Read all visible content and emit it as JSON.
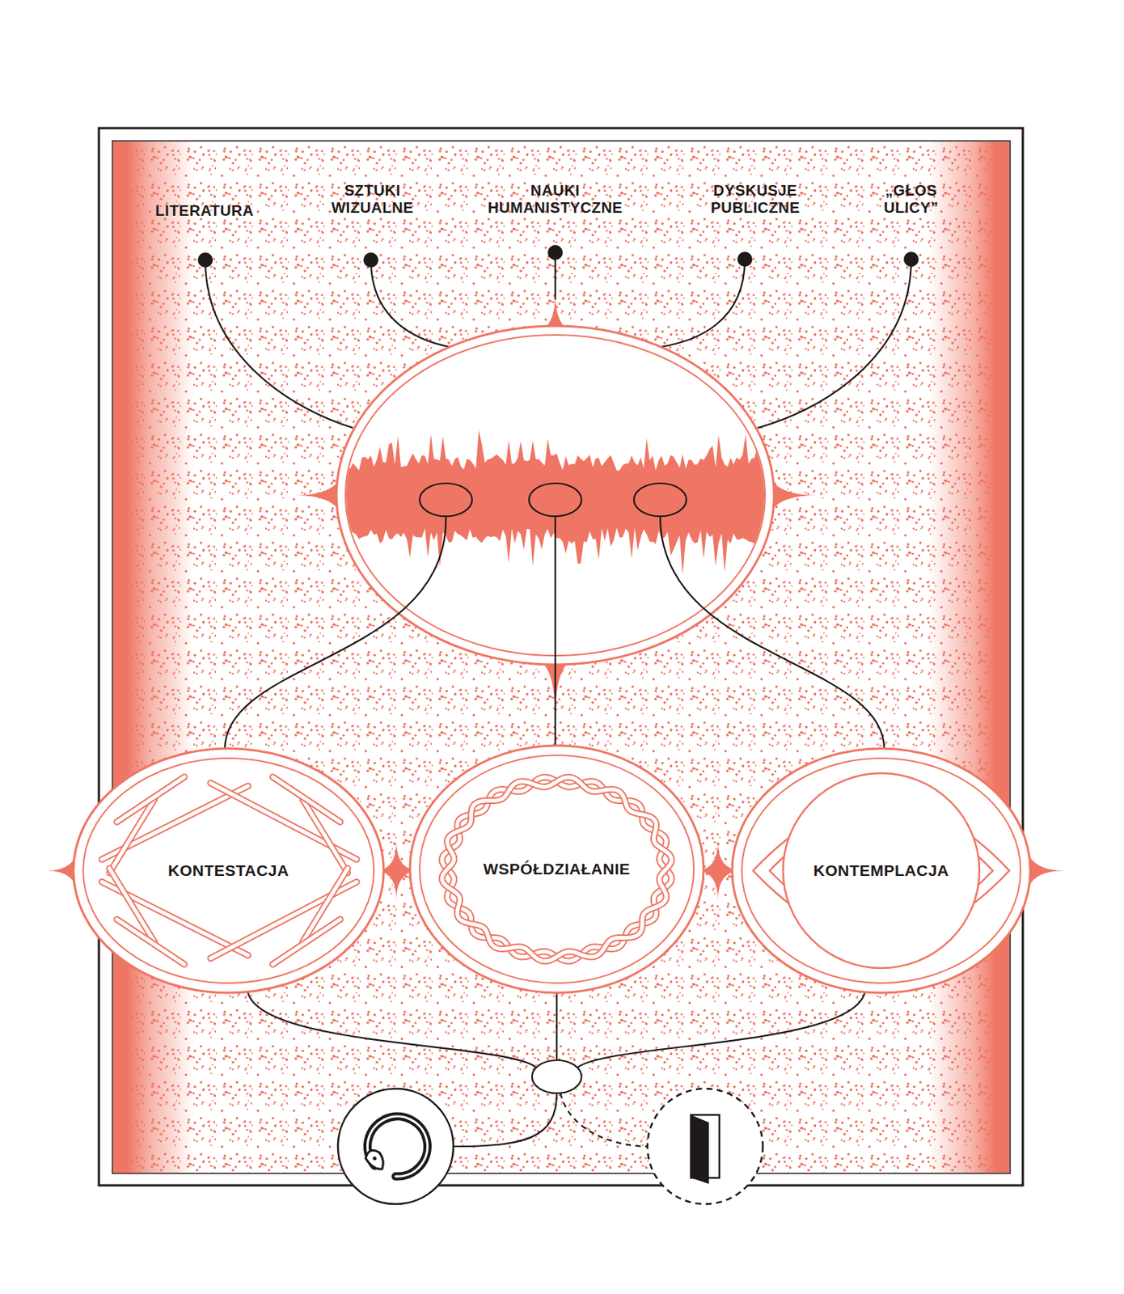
{
  "diagram": {
    "nodes": [
      {
        "text": [
          "KONTESTACJA"
        ]
      },
      {
        "text": [
          "WSPÓŁDZIAŁANIE"
        ]
      },
      {
        "text": [
          "KONTEMPLACJA"
        ]
      }
    ],
    "labels": [
      "LITERATURA",
      "SZTUKI WIZUALNE",
      "NAUKI HUMANISTYCZNE",
      "DYSKUSJE PUBLICZNE",
      "„GŁOS ULICY”"
    ]
  }
}
